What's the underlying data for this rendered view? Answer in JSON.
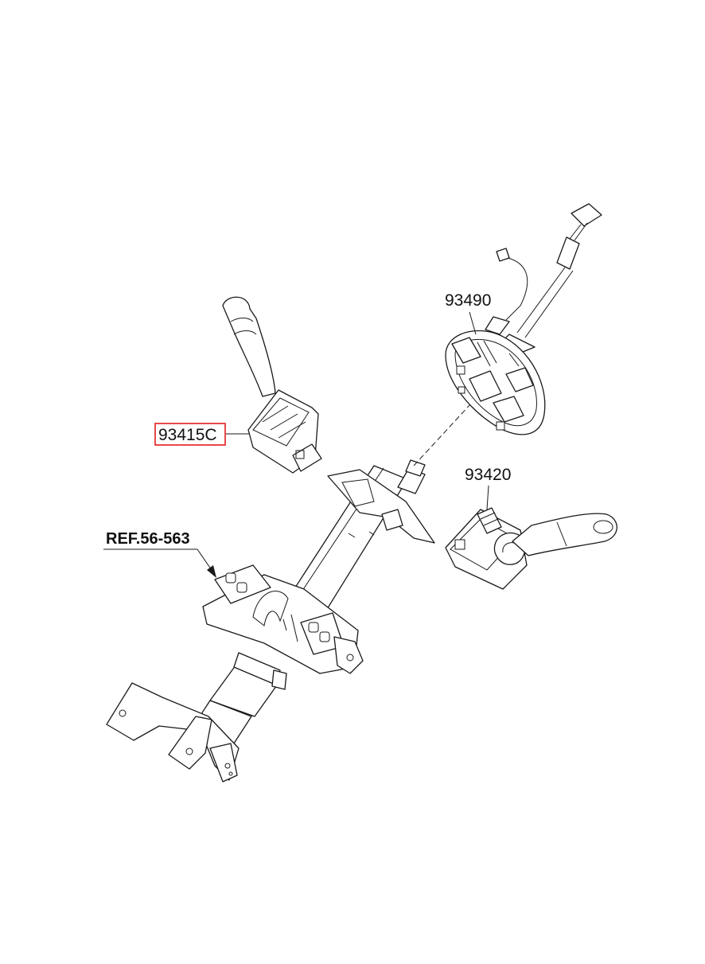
{
  "labels": {
    "ref": "REF.56-563",
    "clock_spring": "93490",
    "light_switch": "93415C",
    "wiper_switch": "93420"
  },
  "highlight": {
    "target": "93415C",
    "color": "#e31c1c"
  },
  "colors": {
    "line": "#1a1a1a",
    "background": "#ffffff"
  }
}
